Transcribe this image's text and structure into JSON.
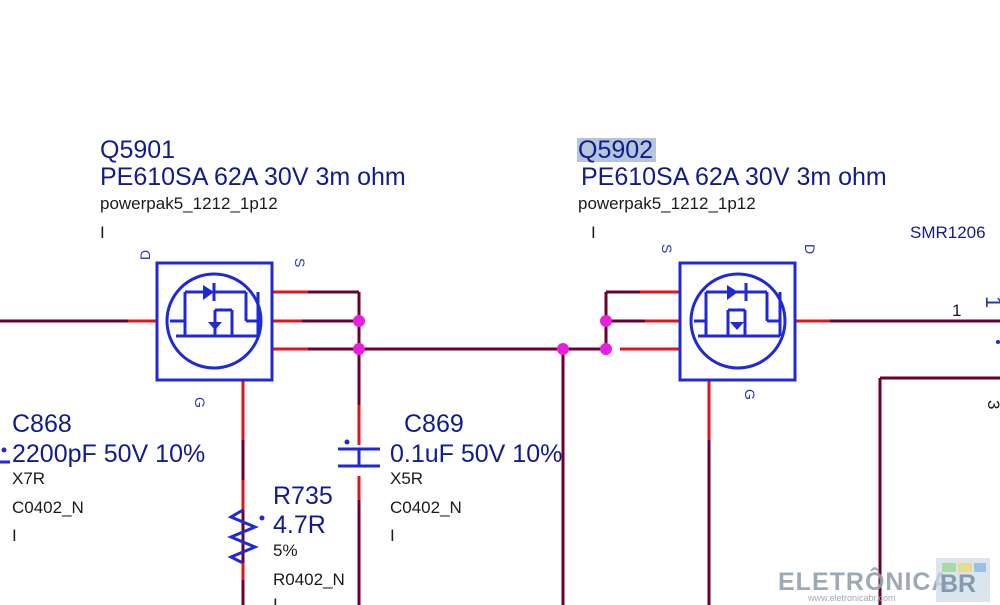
{
  "q5901": {
    "ref": "Q5901",
    "value": "PE610SA 62A 30V 3m ohm",
    "footprint": "powerpak5_1212_1p12",
    "mark": "I",
    "pin_d": "D",
    "pin_s": "S",
    "pin_g": "G"
  },
  "q5902": {
    "ref": "Q5902",
    "value": "PE610SA 62A 30V 3m ohm",
    "footprint": "powerpak5_1212_1p12",
    "mark": "I",
    "pin_d": "D",
    "pin_s": "S",
    "pin_g": "G"
  },
  "c868": {
    "ref": "C868",
    "value": "2200pF 50V 10%",
    "dielectric": "X7R",
    "footprint": "C0402_N",
    "mark": "I"
  },
  "c869": {
    "ref": "C869",
    "value": "0.1uF 50V 10%",
    "dielectric": "X5R",
    "footprint": "C0402_N",
    "mark": "I"
  },
  "r735": {
    "ref": "R735",
    "value": "4.7R",
    "tolerance": "5%",
    "footprint": "R0402_N",
    "mark": "I"
  },
  "smr": {
    "label": "SMR1206",
    "pin1": "1",
    "pin1b": "1",
    "pin3": "3"
  },
  "watermark": {
    "brand": "ELETRÔNICA",
    "suffix": "BR",
    "url": "www.eletronicabr.com"
  },
  "colors": {
    "wire": "#6a0032",
    "lead": "#e0141e",
    "symbol": "#1f2ad6",
    "junction": "#e81ee0",
    "text_ref": "#101c8e",
    "selection_highlight": "#b5c6dc"
  }
}
